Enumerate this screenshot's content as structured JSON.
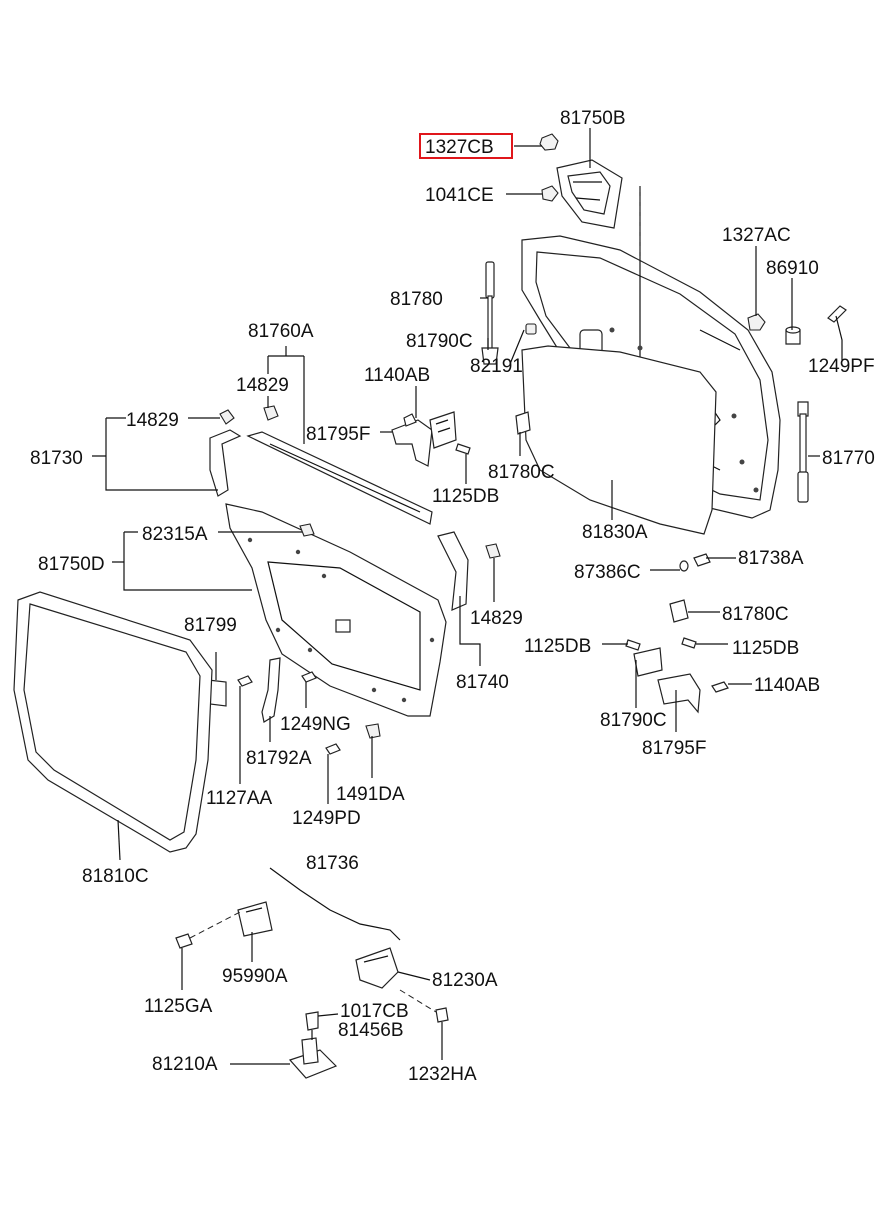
{
  "labels": {
    "p81750B": "81750B",
    "p1327CB": "1327CB",
    "p1041CE": "1041CE",
    "p1327AC": "1327AC",
    "p86910": "86910",
    "p1249PF": "1249PF",
    "p81780": "81780",
    "p81790C_top": "81790C",
    "p82191": "82191",
    "p1140AB_top": "1140AB",
    "p81795F_top": "81795F",
    "p1125DB_top": "1125DB",
    "p81780C_top": "81780C",
    "p81770": "81770",
    "p81830A": "81830A",
    "p81760A": "81760A",
    "p14829_a": "14829",
    "p14829_b": "14829",
    "p81730": "81730",
    "p82315A": "82315A",
    "p81750D": "81750D",
    "p14829_c": "14829",
    "p81740": "81740",
    "p87386C": "87386C",
    "p81738A": "81738A",
    "p81780C_bot": "81780C",
    "p1125DB_bl": "1125DB",
    "p1125DB_br": "1125DB",
    "p1140AB_bot": "1140AB",
    "p81790C_bot": "81790C",
    "p81795F_bot": "81795F",
    "p81799": "81799",
    "p1249NG": "1249NG",
    "p81792A": "81792A",
    "p1127AA": "1127AA",
    "p1491DA": "1491DA",
    "p1249PD": "1249PD",
    "p81810C": "81810C",
    "p81736": "81736",
    "p95990A": "95990A",
    "p1125GA": "1125GA",
    "p81230A": "81230A",
    "p1017CB": "1017CB",
    "p81456B": "81456B",
    "p81210A": "81210A",
    "p1232HA": "1232HA"
  },
  "highlighted_part": "1327CB",
  "colors": {
    "highlight": "#e0161b",
    "ink": "#111111"
  }
}
